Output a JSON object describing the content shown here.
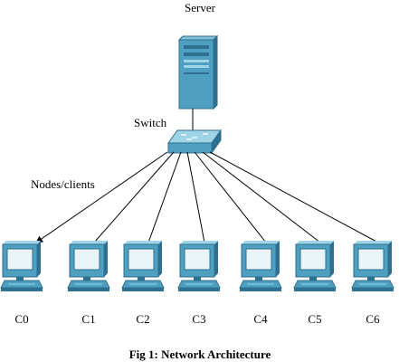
{
  "server_label": "Server",
  "switch_label": "Switch",
  "nodes_label": "Nodes/clients",
  "caption": "Fig 1:  Network Architecture",
  "clients": [
    "C0",
    "C1",
    "C2",
    "C3",
    "C4",
    "C5",
    "C6"
  ],
  "colors": {
    "device": "#4f9fc0",
    "device_dark": "#2f6f8f",
    "device_light": "#9fd4e6",
    "screen": "#e8f4f8",
    "line": "#000000"
  }
}
